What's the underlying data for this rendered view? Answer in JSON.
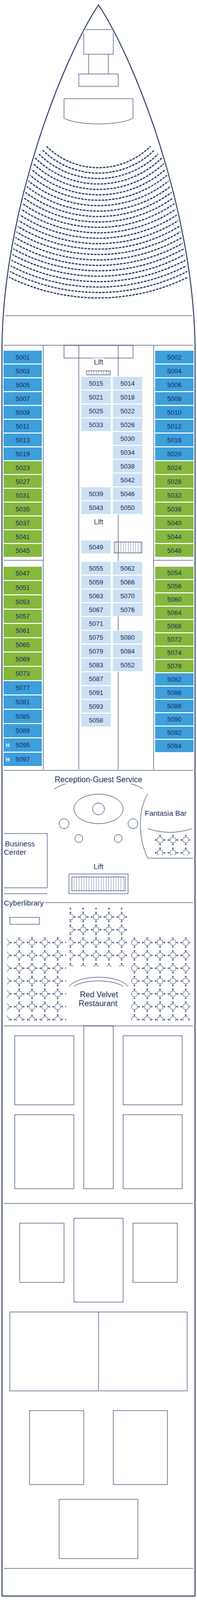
{
  "diagram": {
    "nodes": [
      {
        "text": [
          "5001"
        ]
      },
      {
        "text": [
          "5003"
        ]
      },
      {
        "text": [
          "5005"
        ]
      },
      {
        "text": [
          "5007"
        ]
      },
      {
        "text": [
          "5009"
        ]
      },
      {
        "text": [
          "5011"
        ]
      },
      {
        "text": [
          "5013"
        ]
      },
      {
        "text": [
          "5019"
        ]
      },
      {
        "text": [
          "5023"
        ]
      },
      {
        "text": [
          "5027"
        ]
      },
      {
        "text": [
          "5031"
        ]
      },
      {
        "text": [
          "5035"
        ]
      },
      {
        "text": [
          "5037"
        ]
      },
      {
        "text": [
          "5041"
        ]
      },
      {
        "text": [
          "5045"
        ]
      },
      {
        "text": [
          "5015"
        ]
      },
      {
        "text": [
          "5021"
        ]
      },
      {
        "text": [
          "5025"
        ]
      },
      {
        "text": [
          "5033"
        ]
      },
      {
        "text": [
          "5039"
        ]
      },
      {
        "text": [
          "5043"
        ]
      },
      {
        "text": [
          "5014"
        ]
      },
      {
        "text": [
          "5018"
        ]
      },
      {
        "text": [
          "5022"
        ]
      },
      {
        "text": [
          "5026"
        ]
      },
      {
        "text": [
          "5030"
        ]
      },
      {
        "text": [
          "5034"
        ]
      },
      {
        "text": [
          "5038"
        ]
      },
      {
        "text": [
          "5042"
        ]
      },
      {
        "text": [
          "5046"
        ]
      },
      {
        "text": [
          "5050"
        ]
      },
      {
        "text": [
          "5002"
        ]
      },
      {
        "text": [
          "5004"
        ]
      },
      {
        "text": [
          "5006"
        ]
      },
      {
        "text": [
          "5008"
        ]
      },
      {
        "text": [
          "5010"
        ]
      },
      {
        "text": [
          "5012"
        ]
      },
      {
        "text": [
          "5016"
        ]
      },
      {
        "text": [
          "5020"
        ]
      },
      {
        "text": [
          "5024"
        ]
      },
      {
        "text": [
          "5028"
        ]
      },
      {
        "text": [
          "5032"
        ]
      },
      {
        "text": [
          "5036"
        ]
      },
      {
        "text": [
          "5040"
        ]
      },
      {
        "text": [
          "5044"
        ]
      },
      {
        "text": [
          "5048"
        ]
      },
      {
        "text": [
          "5049"
        ]
      },
      {
        "text": [
          "5047"
        ]
      },
      {
        "text": [
          "5051"
        ]
      },
      {
        "text": [
          "5053"
        ]
      },
      {
        "text": [
          "5057"
        ]
      },
      {
        "text": [
          "5061"
        ]
      },
      {
        "text": [
          "5065"
        ]
      },
      {
        "text": [
          "5069"
        ]
      },
      {
        "text": [
          "5073"
        ]
      },
      {
        "text": [
          "5077"
        ]
      },
      {
        "text": [
          "5081"
        ]
      },
      {
        "text": [
          "5085"
        ]
      },
      {
        "text": [
          "5089"
        ]
      },
      {
        "text": [
          "5095",
          "H"
        ]
      },
      {
        "text": [
          "5097",
          "H"
        ]
      },
      {
        "text": [
          "5055"
        ]
      },
      {
        "text": [
          "5059"
        ]
      },
      {
        "text": [
          "5063"
        ]
      },
      {
        "text": [
          "5067"
        ]
      },
      {
        "text": [
          "5071"
        ]
      },
      {
        "text": [
          "5075"
        ]
      },
      {
        "text": [
          "5079"
        ]
      },
      {
        "text": [
          "5083"
        ]
      },
      {
        "text": [
          "5087"
        ]
      },
      {
        "text": [
          "5091"
        ]
      },
      {
        "text": [
          "5093"
        ]
      },
      {
        "text": [
          "5058"
        ]
      },
      {
        "text": [
          "5062"
        ]
      },
      {
        "text": [
          "5066"
        ]
      },
      {
        "text": [
          "5070"
        ]
      },
      {
        "text": [
          "5076"
        ]
      },
      {
        "text": [
          "5080"
        ]
      },
      {
        "text": [
          "5084"
        ]
      },
      {
        "text": [
          "5052"
        ]
      },
      {
        "text": [
          "5054"
        ]
      },
      {
        "text": [
          "5056"
        ]
      },
      {
        "text": [
          "5060"
        ]
      },
      {
        "text": [
          "5064"
        ]
      },
      {
        "text": [
          "5068"
        ]
      },
      {
        "text": [
          "5072"
        ]
      },
      {
        "text": [
          "5074"
        ]
      },
      {
        "text": [
          "5078"
        ]
      },
      {
        "text": [
          "5082"
        ]
      },
      {
        "text": [
          "5086"
        ]
      },
      {
        "text": [
          "5088"
        ]
      },
      {
        "text": [
          "5090"
        ]
      },
      {
        "text": [
          "5092"
        ]
      },
      {
        "text": [
          "5094"
        ]
      }
    ],
    "labels": [
      "Lift",
      "Lift",
      "Reception-Guest Service",
      "Fantasia Bar",
      "Business Center",
      "Lift",
      "Cyberlibrary",
      "Red Velvet Restaurant"
    ]
  }
}
